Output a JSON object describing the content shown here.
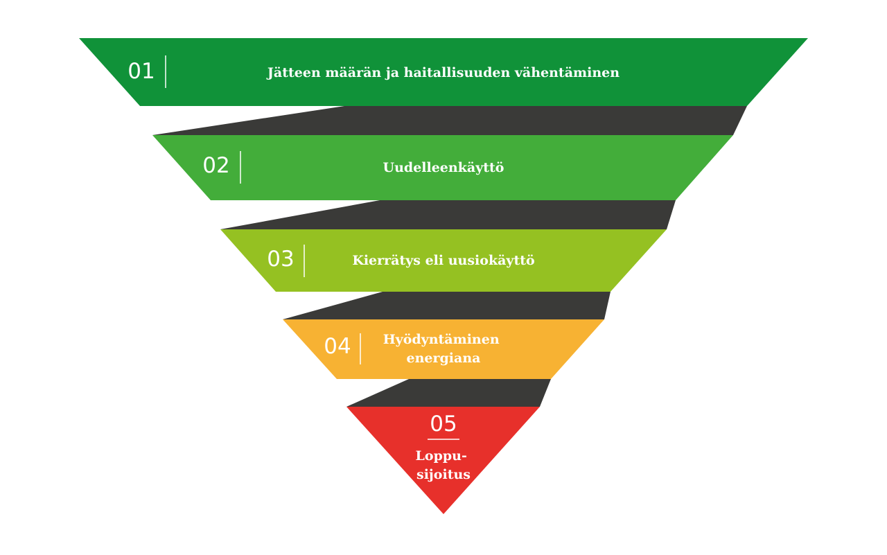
{
  "diagram": {
    "colors": {
      "connector": "#3a3a38",
      "divider": "#ffffff",
      "text": "#ffffff"
    },
    "levels": [
      {
        "number": "01",
        "label_lines": [
          "Jätteen määrän ja haitallisuuden vähentäminen"
        ],
        "color": "#109239"
      },
      {
        "number": "02",
        "label_lines": [
          "Uudelleenkäyttö"
        ],
        "color": "#43ad3a"
      },
      {
        "number": "03",
        "label_lines": [
          "Kierrätys eli uusiokäyttö"
        ],
        "color": "#95c122"
      },
      {
        "number": "04",
        "label_lines": [
          "Hyödyntäminen",
          "energiana"
        ],
        "color": "#f7b233"
      },
      {
        "number": "05",
        "label_lines": [
          "Loppu-",
          "sijoitus"
        ],
        "color": "#e7302b"
      }
    ]
  }
}
